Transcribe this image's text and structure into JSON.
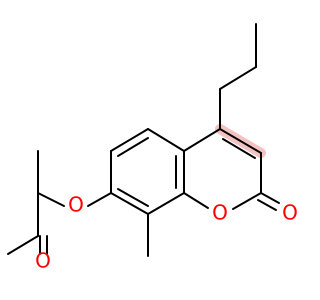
{
  "molecule": {
    "atom_labels": [
      {
        "id": "O_ether",
        "text": "O"
      },
      {
        "id": "O_ring",
        "text": "O"
      },
      {
        "id": "O_lactone_carbonyl",
        "text": "O"
      },
      {
        "id": "O_ketone",
        "text": "O"
      }
    ],
    "colors": {
      "bond": "#000000",
      "oxygen": "#ff0000",
      "background": "#ffffff",
      "highlight": "#f5c2c2"
    }
  }
}
